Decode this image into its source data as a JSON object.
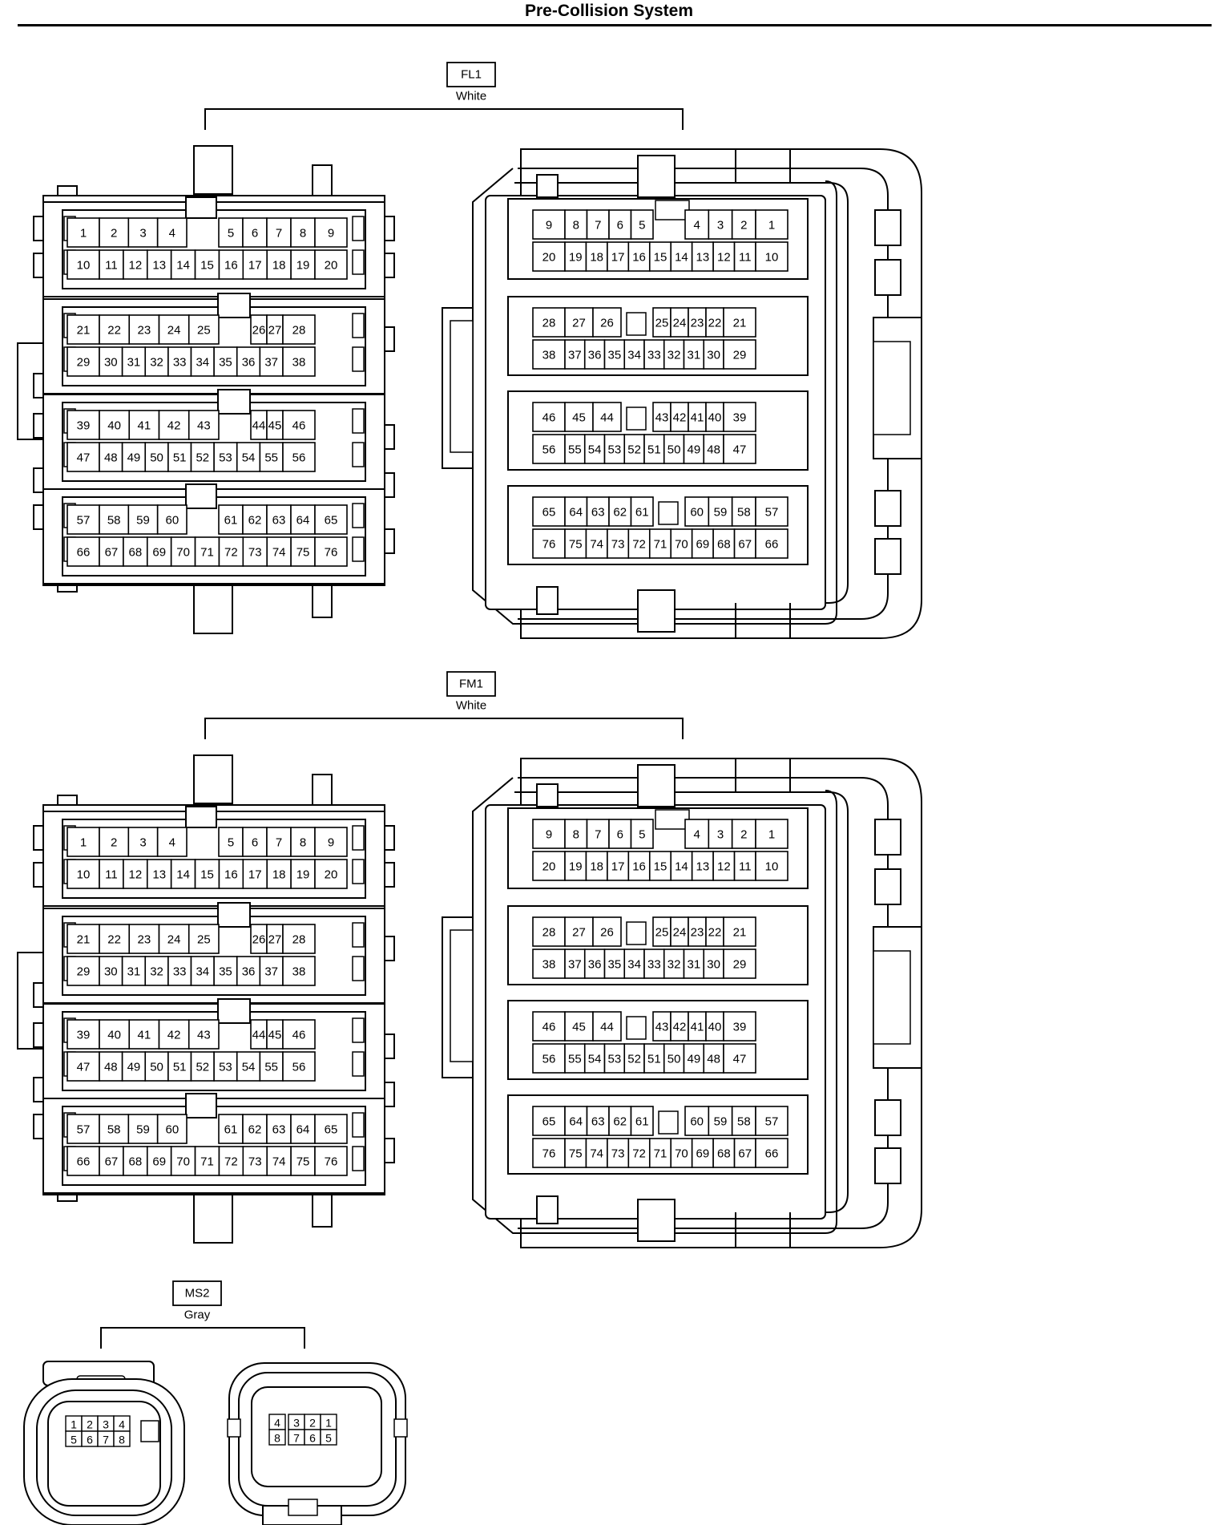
{
  "title": "Pre-Collision System",
  "connectors": [
    {
      "id": "FL1",
      "color": "White",
      "male_rows": [
        [
          [
            "1",
            "2",
            "3",
            "4",
            "",
            "5",
            "6",
            "7",
            "8",
            "9"
          ],
          [
            "10",
            "11",
            "12",
            "13",
            "14",
            "15",
            "16",
            "17",
            "18",
            "19",
            "20"
          ]
        ],
        [
          [
            "21",
            "22",
            "23",
            "24",
            "25",
            "",
            "26",
            "27",
            "28"
          ],
          [
            "29",
            "30",
            "31",
            "32",
            "33",
            "34",
            "35",
            "36",
            "37",
            "38"
          ]
        ],
        [
          [
            "39",
            "40",
            "41",
            "42",
            "43",
            "",
            "44",
            "45",
            "46"
          ],
          [
            "47",
            "48",
            "49",
            "50",
            "51",
            "52",
            "53",
            "54",
            "55",
            "56"
          ]
        ],
        [
          [
            "57",
            "58",
            "59",
            "60",
            "",
            "61",
            "62",
            "63",
            "64",
            "65"
          ],
          [
            "66",
            "67",
            "68",
            "69",
            "70",
            "71",
            "72",
            "73",
            "74",
            "75",
            "76"
          ]
        ]
      ],
      "female_rows": [
        [
          [
            "9",
            "8",
            "7",
            "6",
            "5",
            "",
            "4",
            "3",
            "2",
            "1"
          ],
          [
            "20",
            "19",
            "18",
            "17",
            "16",
            "15",
            "14",
            "13",
            "12",
            "11",
            "10"
          ]
        ],
        [
          [
            "28",
            "27",
            "26",
            "",
            "25",
            "24",
            "23",
            "22",
            "21"
          ],
          [
            "38",
            "37",
            "36",
            "35",
            "34",
            "33",
            "32",
            "31",
            "30",
            "29"
          ]
        ],
        [
          [
            "46",
            "45",
            "44",
            "",
            "43",
            "42",
            "41",
            "40",
            "39"
          ],
          [
            "56",
            "55",
            "54",
            "53",
            "52",
            "51",
            "50",
            "49",
            "48",
            "47"
          ]
        ],
        [
          [
            "65",
            "64",
            "63",
            "62",
            "61",
            "",
            "60",
            "59",
            "58",
            "57"
          ],
          [
            "76",
            "75",
            "74",
            "73",
            "72",
            "71",
            "70",
            "69",
            "68",
            "67",
            "66"
          ]
        ]
      ]
    },
    {
      "id": "FM1",
      "color": "White",
      "male_rows": [
        [
          [
            "1",
            "2",
            "3",
            "4",
            "",
            "5",
            "6",
            "7",
            "8",
            "9"
          ],
          [
            "10",
            "11",
            "12",
            "13",
            "14",
            "15",
            "16",
            "17",
            "18",
            "19",
            "20"
          ]
        ],
        [
          [
            "21",
            "22",
            "23",
            "24",
            "25",
            "",
            "26",
            "27",
            "28"
          ],
          [
            "29",
            "30",
            "31",
            "32",
            "33",
            "34",
            "35",
            "36",
            "37",
            "38"
          ]
        ],
        [
          [
            "39",
            "40",
            "41",
            "42",
            "43",
            "",
            "44",
            "45",
            "46"
          ],
          [
            "47",
            "48",
            "49",
            "50",
            "51",
            "52",
            "53",
            "54",
            "55",
            "56"
          ]
        ],
        [
          [
            "57",
            "58",
            "59",
            "60",
            "",
            "61",
            "62",
            "63",
            "64",
            "65"
          ],
          [
            "66",
            "67",
            "68",
            "69",
            "70",
            "71",
            "72",
            "73",
            "74",
            "75",
            "76"
          ]
        ]
      ],
      "female_rows": [
        [
          [
            "9",
            "8",
            "7",
            "6",
            "5",
            "",
            "4",
            "3",
            "2",
            "1"
          ],
          [
            "20",
            "19",
            "18",
            "17",
            "16",
            "15",
            "14",
            "13",
            "12",
            "11",
            "10"
          ]
        ],
        [
          [
            "28",
            "27",
            "26",
            "",
            "25",
            "24",
            "23",
            "22",
            "21"
          ],
          [
            "38",
            "37",
            "36",
            "35",
            "34",
            "33",
            "32",
            "31",
            "30",
            "29"
          ]
        ],
        [
          [
            "46",
            "45",
            "44",
            "",
            "43",
            "42",
            "41",
            "40",
            "39"
          ],
          [
            "56",
            "55",
            "54",
            "53",
            "52",
            "51",
            "50",
            "49",
            "48",
            "47"
          ]
        ],
        [
          [
            "65",
            "64",
            "63",
            "62",
            "61",
            "",
            "60",
            "59",
            "58",
            "57"
          ],
          [
            "76",
            "75",
            "74",
            "73",
            "72",
            "71",
            "70",
            "69",
            "68",
            "67",
            "66"
          ]
        ]
      ]
    },
    {
      "id": "MS2",
      "color": "Gray",
      "male_rows": [
        [
          "1",
          "2",
          "3",
          "4"
        ],
        [
          "5",
          "6",
          "7",
          "8"
        ]
      ],
      "female_rows": [
        [
          "4",
          "3",
          "2",
          "1"
        ],
        [
          "8",
          "7",
          "6",
          "5"
        ]
      ]
    }
  ]
}
